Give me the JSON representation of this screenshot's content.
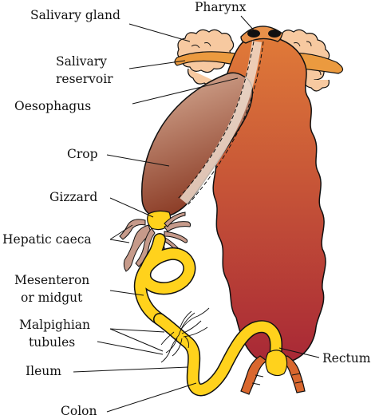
{
  "labels": {
    "salivary_gland": "Salivary gland",
    "pharynx": "Pharynx",
    "salivary_reservoir_1": "Salivary",
    "salivary_reservoir_2": "reservoir",
    "oesophagus": "Oesophagus",
    "crop": "Crop",
    "gizzard": "Gizzard",
    "hepatic_caeca": "Hepatic caeca",
    "mesenteron_1": "Mesenteron",
    "mesenteron_2": "or midgut",
    "malpighian_1": "Malpighian",
    "malpighian_2": "tubules",
    "ileum": "Ileum",
    "colon": "Colon",
    "rectum": "Rectum"
  },
  "colors": {
    "body_top": "#e07a38",
    "body_bottom": "#a82836",
    "crop_top": "#d9b19a",
    "crop_bottom": "#8a3a24",
    "gland": "#f7c9a0",
    "reservoir": "#eb9a3f",
    "gut": "#ffd21c",
    "caeca": "#c69a8a",
    "outline": "#111111"
  }
}
